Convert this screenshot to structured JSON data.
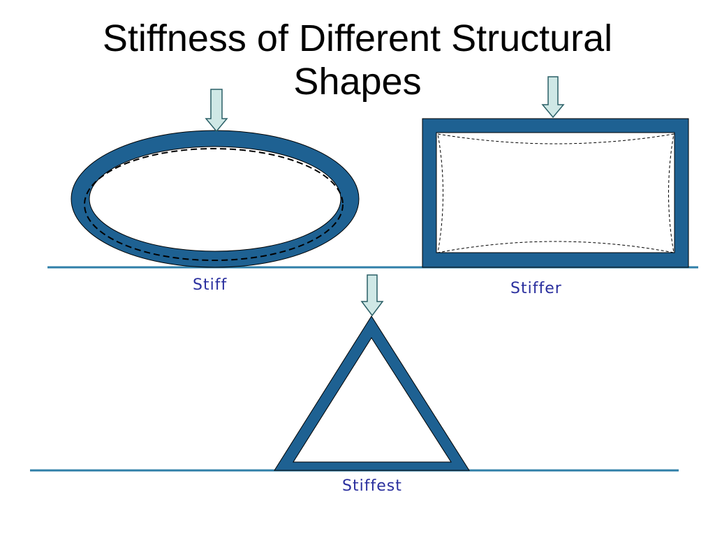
{
  "slide": {
    "title_line1": "Stiffness of Different Structural",
    "title_line2": "Shapes"
  },
  "shapes": {
    "ellipse": {
      "label": "Stiff"
    },
    "rectangle": {
      "label": "Stiffer"
    },
    "triangle": {
      "label": "Stiffest"
    }
  },
  "colors": {
    "frame": "#1e6192",
    "ground_line": "#2f7fa8",
    "arrow_fill": "#cfe8e6",
    "label_text": "#2a2f9e"
  },
  "icons": {
    "load_arrow": "down-arrow-icon"
  }
}
